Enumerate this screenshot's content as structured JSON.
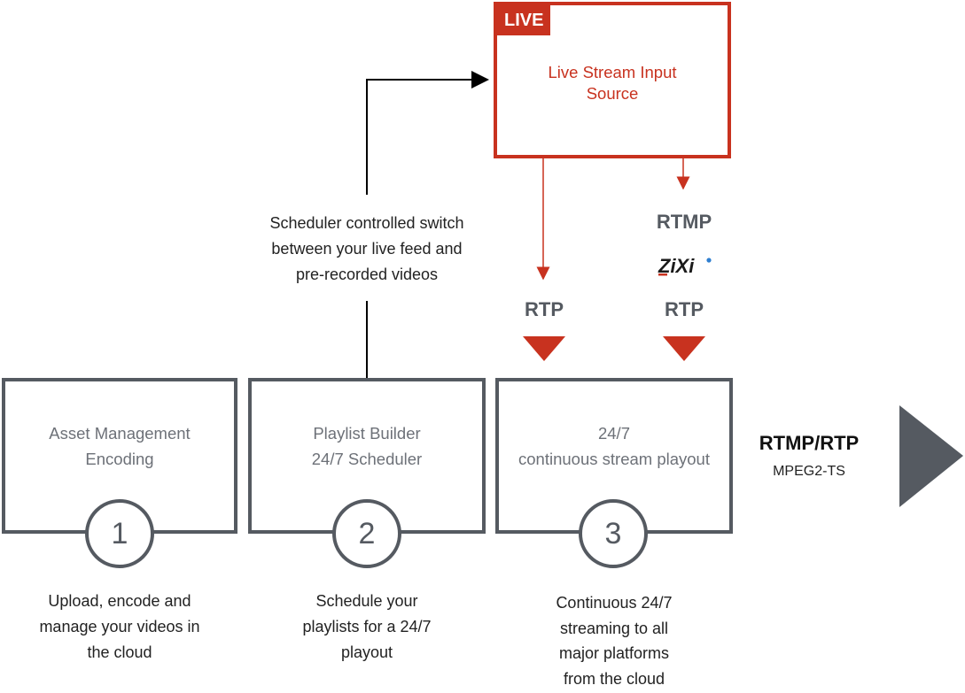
{
  "live_source": {
    "badge": "LIVE",
    "title_line1": "Live Stream Input",
    "title_line2": "Source"
  },
  "switch_note": {
    "line1": "Scheduler controlled switch",
    "line2": "between your live feed and",
    "line3": "pre-recorded videos"
  },
  "protocols": {
    "left_rtp": "RTP",
    "right_rtmp": "RTMP",
    "right_zixi_logo": "ZiXi",
    "right_rtp": "RTP"
  },
  "stages": [
    {
      "number": "1",
      "title_line1": "Asset Management",
      "title_line2": "Encoding",
      "caption": [
        "Upload, encode and",
        "manage your videos in",
        "the cloud"
      ]
    },
    {
      "number": "2",
      "title_line1": "Playlist Builder",
      "title_line2": "24/7 Scheduler",
      "caption": [
        "Schedule your",
        "playlists for a 24/7",
        "playout"
      ]
    },
    {
      "number": "3",
      "title_line1": "24/7",
      "title_line2": "continuous stream playout",
      "caption": [
        "Continuous 24/7",
        "streaming to all",
        "major platforms",
        "from the cloud"
      ]
    }
  ],
  "output": {
    "title": "RTMP/RTP",
    "subtitle": "MPEG2-TS"
  },
  "colors": {
    "accent_red": "#c8321f",
    "box_gray": "#555a61",
    "text_gray": "#6d7178"
  },
  "icons": {
    "output_arrow": "triangle-right-icon",
    "down_arrows": "triangle-down-icon",
    "zixi": "zixi-logo-icon"
  }
}
